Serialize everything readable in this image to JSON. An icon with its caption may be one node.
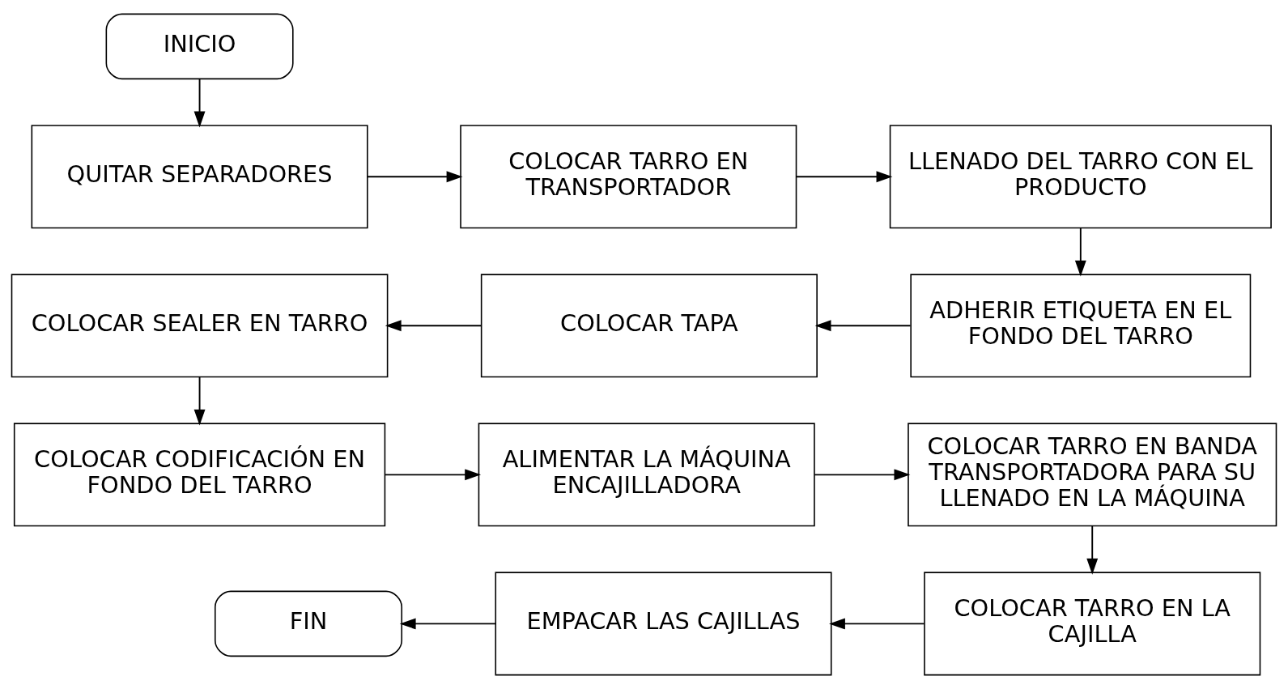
{
  "diagram": {
    "nodes": [
      {
        "text": [
          "INICIO"
        ]
      },
      {
        "text": [
          "QUITAR SEPARADORES"
        ]
      },
      {
        "text": [
          "COLOCAR TARRO EN TRANSPORTADOR"
        ]
      },
      {
        "text": [
          "LLENADO DEL TARRO CON EL PRODUCTO"
        ]
      },
      {
        "text": [
          "ADHERIR ETIQUETA EN EL FONDO DEL TARRO"
        ]
      },
      {
        "text": [
          "COLOCAR TAPA"
        ]
      },
      {
        "text": [
          "COLOCAR SEALER EN TARRO"
        ]
      },
      {
        "text": [
          "COLOCAR CODIFICACIÓN EN FONDO DEL TARRO"
        ]
      },
      {
        "text": [
          "ALIMENTAR LA MÁQUINA ENCAJILLADORA"
        ]
      },
      {
        "text": [
          "COLOCAR TARRO EN BANDA TRANSPORTADORA PARA SU LLENADO EN LA MÁQUINA"
        ]
      },
      {
        "text": [
          "COLOCAR TARRO EN LA CAJILLA"
        ]
      },
      {
        "text": [
          "EMPACAR LAS CAJILLAS"
        ]
      },
      {
        "text": [
          "FIN"
        ]
      }
    ],
    "edges": [
      {
        "from": 0,
        "to": 1,
        "arrow": "to"
      },
      {
        "from": 1,
        "to": 2,
        "arrow": "to"
      },
      {
        "from": 2,
        "to": 3,
        "arrow": "to"
      },
      {
        "from": 3,
        "to": 4,
        "arrow": "to"
      },
      {
        "from": 4,
        "to": 5,
        "arrow": "to"
      },
      {
        "from": 5,
        "to": 6,
        "arrow": "to"
      },
      {
        "from": 6,
        "to": 7,
        "arrow": "to"
      },
      {
        "from": 7,
        "to": 8,
        "arrow": "to"
      },
      {
        "from": 8,
        "to": 9,
        "arrow": "to"
      },
      {
        "from": 9,
        "to": 10,
        "arrow": "to"
      },
      {
        "from": 10,
        "to": 11,
        "arrow": "to"
      },
      {
        "from": 11,
        "to": 12,
        "arrow": "to"
      }
    ]
  }
}
